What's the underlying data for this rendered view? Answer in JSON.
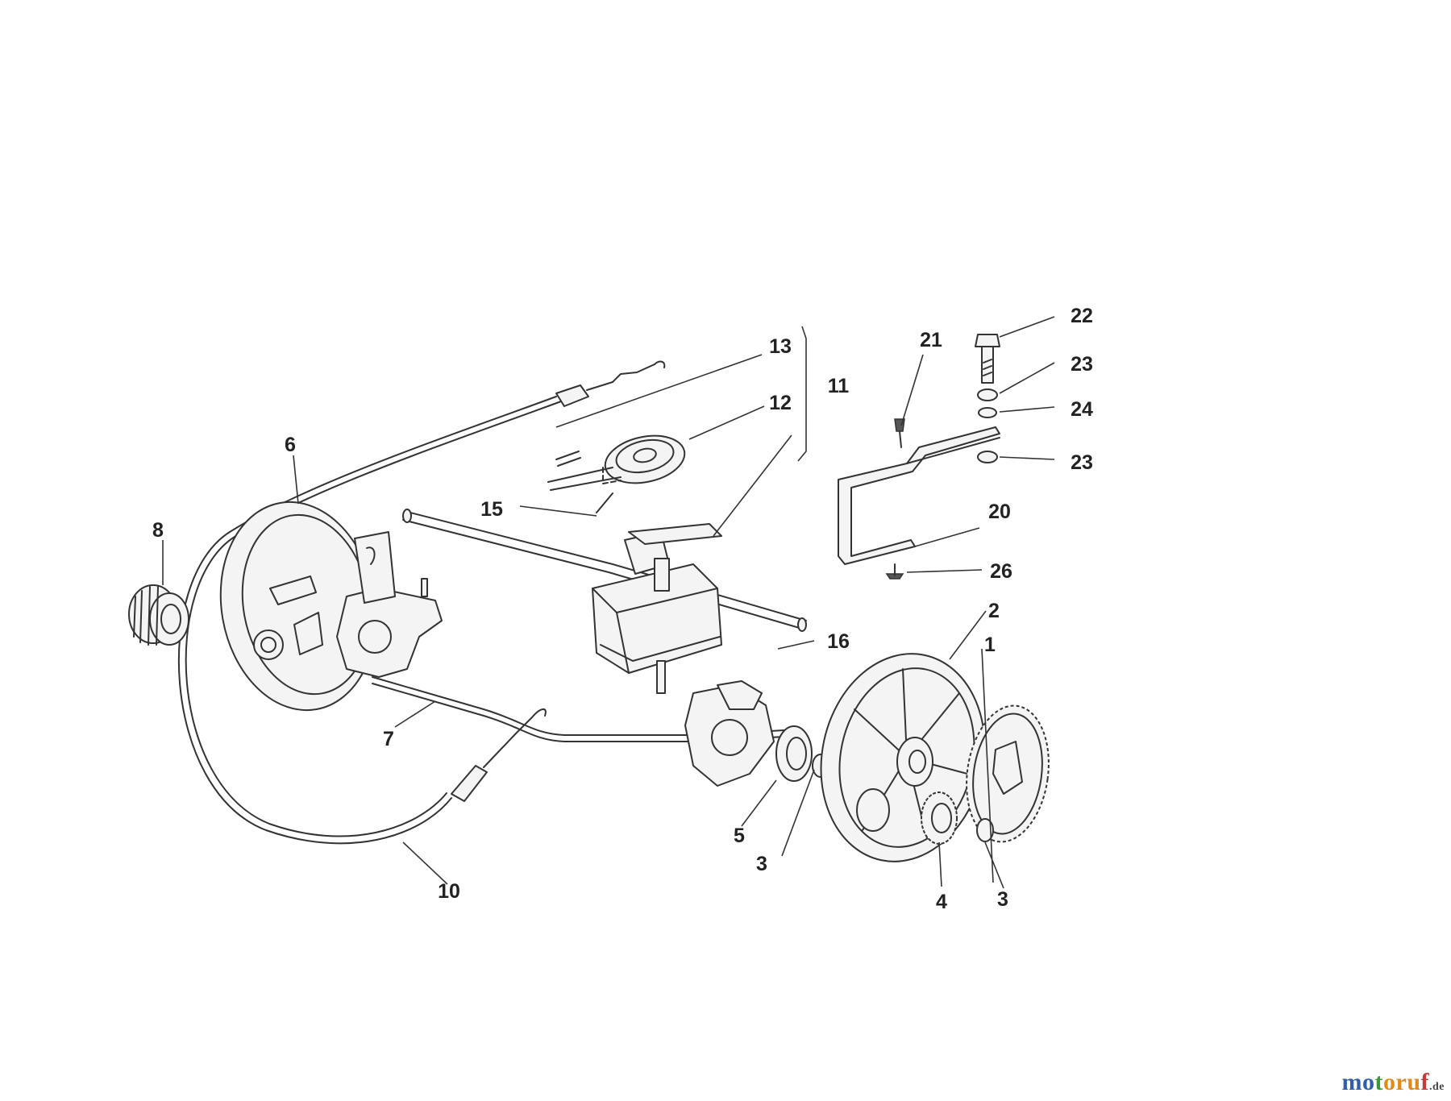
{
  "diagram": {
    "callouts": [
      "1",
      "2",
      "3",
      "3",
      "4",
      "5",
      "6",
      "7",
      "8",
      "10",
      "11",
      "12",
      "13",
      "15",
      "16",
      "20",
      "21",
      "22",
      "23",
      "23",
      "24",
      "26"
    ]
  },
  "watermark": {
    "part1": "mo",
    "part2": "t",
    "part3": "oru",
    "part4": "f",
    "tld": ".de"
  }
}
